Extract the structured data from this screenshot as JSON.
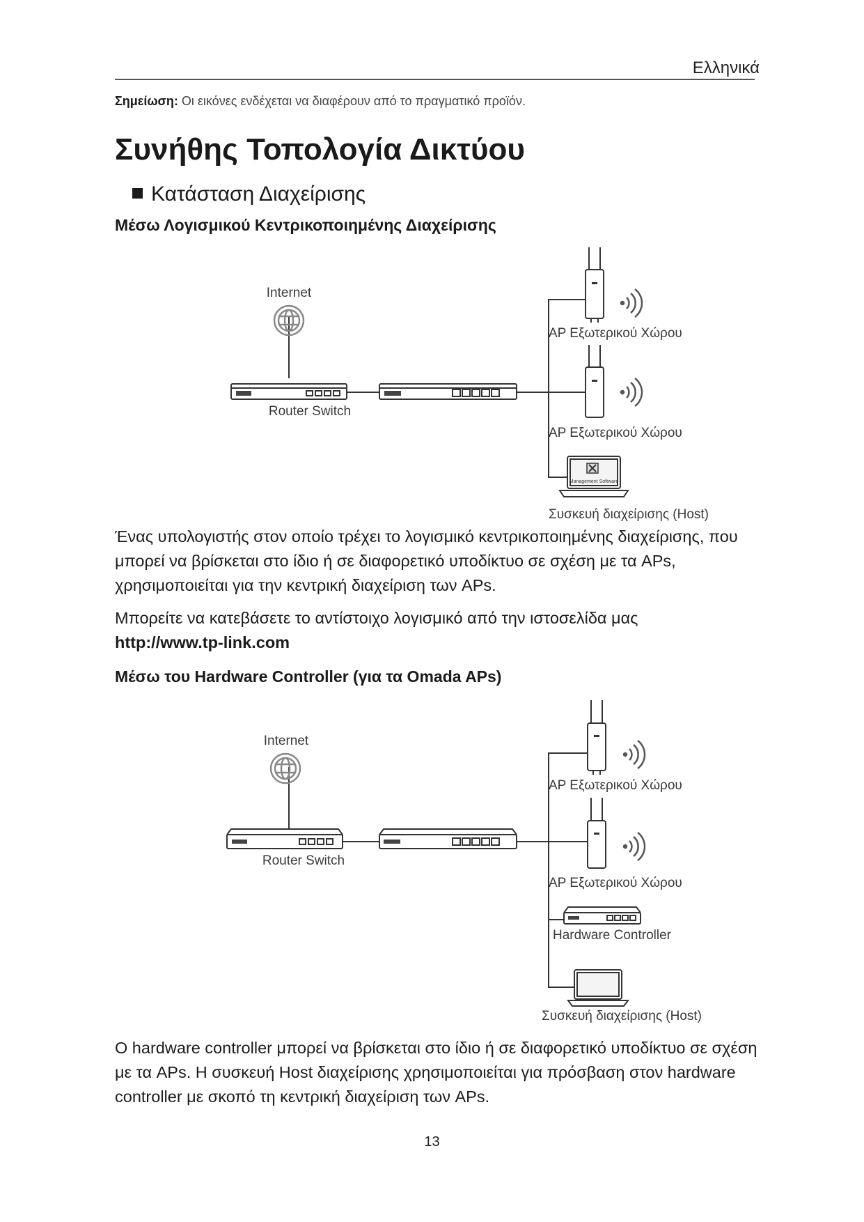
{
  "header": {
    "language": "Ελληνικά"
  },
  "note": {
    "label": "Σημείωση:",
    "text": " Οι εικόνες ενδέχεται να διαφέρουν από το πραγματικό προϊόν."
  },
  "title": "Συνήθης Τοπολογία Δικτύου",
  "subheading": "Κατάσταση Διαχείρισης",
  "section1": {
    "heading": "Μέσω Λογισμικού Κεντρικοποιημένης Διαχείρισης",
    "diagram": {
      "internet": "Internet",
      "router_switch": "Router Switch",
      "ap1": "AP Εξωτερικού Χώρου",
      "ap2": "AP Εξωτερικού Χώρου",
      "host": "Συσκευή διαχείρισης (Host)",
      "software_label": "Management Software"
    },
    "para1": "Ένας υπολογιστής στον οποίο τρέχει το λογισμικό κεντρικοποιημένης διαχείρισης, που μπορεί να βρίσκεται στο ίδιο ή σε διαφορετικό υποδίκτυο σε σχέση με τα APs, χρησιμοποιείται για την κεντρική διαχείριση των APs.",
    "para2": "Μπορείτε να κατεβάσετε το αντίστοιχο λογισμικό από την ιστοσελίδα μας",
    "link": "http://www.tp-link.com"
  },
  "section2": {
    "heading": "Μέσω του Hardware Controller (για τα Omada APs)",
    "diagram": {
      "internet": "Internet",
      "router_switch": "Router Switch",
      "ap1": "AP Εξωτερικού Χώρου",
      "ap2": "AP Εξωτερικού Χώρου",
      "controller": "Hardware Controller",
      "host": "Συσκευή διαχείρισης (Host)"
    },
    "para": "Ο hardware controller μπορεί να βρίσκεται στο ίδιο ή σε διαφορετικό υποδίκτυο σε σχέση με τα APs. Η συσκευή Host διαχείρισης χρησιμοποιείται για πρόσβαση στον hardware controller με σκοπό τη κεντρική διαχείριση των APs."
  },
  "page_number": "13"
}
